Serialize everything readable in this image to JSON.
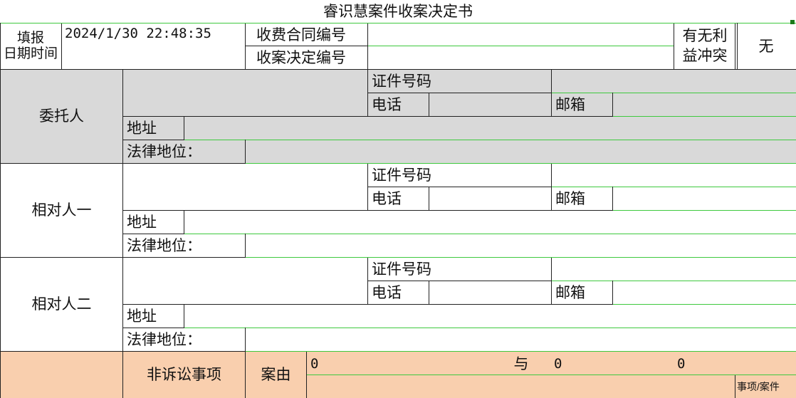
{
  "title": "睿识慧案件收案决定书",
  "header": {
    "fill_label_line1": "填报",
    "fill_label_line2": "日期时间",
    "datetime": "2024/1/30 22:48:35",
    "fee_contract_label": "收费合同编号",
    "fee_contract_value": "",
    "decision_no_label": "收案决定编号",
    "decision_no_value": "",
    "conflict_label_line1": "有无利",
    "conflict_label_line2": "益冲突",
    "conflict_value": "无"
  },
  "parties": [
    {
      "role": "委托人",
      "name": "",
      "id_label": "证件号码",
      "id_value": "",
      "phone_label": "电话",
      "phone_value": "",
      "email_label": "邮箱",
      "email_value": "",
      "address_label": "地址",
      "address_value": "",
      "legal_status_label": "法律地位：",
      "legal_status_value": ""
    },
    {
      "role": "相对人一",
      "name": "",
      "id_label": "证件号码",
      "id_value": "",
      "phone_label": "电话",
      "phone_value": "",
      "email_label": "邮箱",
      "email_value": "",
      "address_label": "地址",
      "address_value": "",
      "legal_status_label": "法律地位：",
      "legal_status_value": ""
    },
    {
      "role": "相对人二",
      "name": "",
      "id_label": "证件号码",
      "id_value": "",
      "phone_label": "电话",
      "phone_value": "",
      "email_label": "邮箱",
      "email_value": "",
      "address_label": "地址",
      "address_value": "",
      "legal_status_label": "法律地位：",
      "legal_status_value": ""
    }
  ],
  "matter": {
    "type_label": "非诉讼事项",
    "cause_label": "案由",
    "party_a": "0",
    "connector": "与",
    "party_b": "0",
    "extra": "0",
    "tag": "事项/案件"
  },
  "colors": {
    "grid_green": "#3ec93e",
    "client_fill": "#d9d9d9",
    "matter_fill": "#f9cfae",
    "border": "#222222"
  }
}
